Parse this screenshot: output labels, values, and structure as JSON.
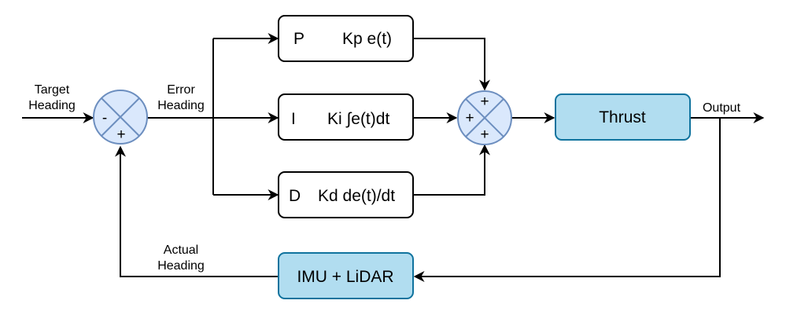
{
  "colors": {
    "line": "#000000",
    "block_fill": "#ffffff",
    "accent_block_fill": "#b1ddf0",
    "accent_block_stroke": "#10739e",
    "summer_fill": "#dae8fc",
    "summer_stroke": "#6c8ebf"
  },
  "labels": {
    "target_heading_line1": "Target",
    "target_heading_line2": "Heading",
    "error_heading_line1": "Error",
    "error_heading_line2": "Heading",
    "output": "Output",
    "actual_heading_line1": "Actual",
    "actual_heading_line2": "Heading"
  },
  "summing_junction_1": {
    "sign_left": "-",
    "sign_bottom": "+"
  },
  "summing_junction_2": {
    "sign_top": "+",
    "sign_left": "+",
    "sign_bottom": "+"
  },
  "blocks": {
    "p_term": {
      "letter": "P",
      "expr": "Kp e(t)"
    },
    "i_term": {
      "letter": "I",
      "expr": "Ki ∫e(t)dt"
    },
    "d_term": {
      "letter": "D",
      "expr": "Kd de(t)/dt"
    },
    "thrust": {
      "label": "Thrust"
    },
    "sensor": {
      "label": "IMU + LiDAR"
    }
  }
}
